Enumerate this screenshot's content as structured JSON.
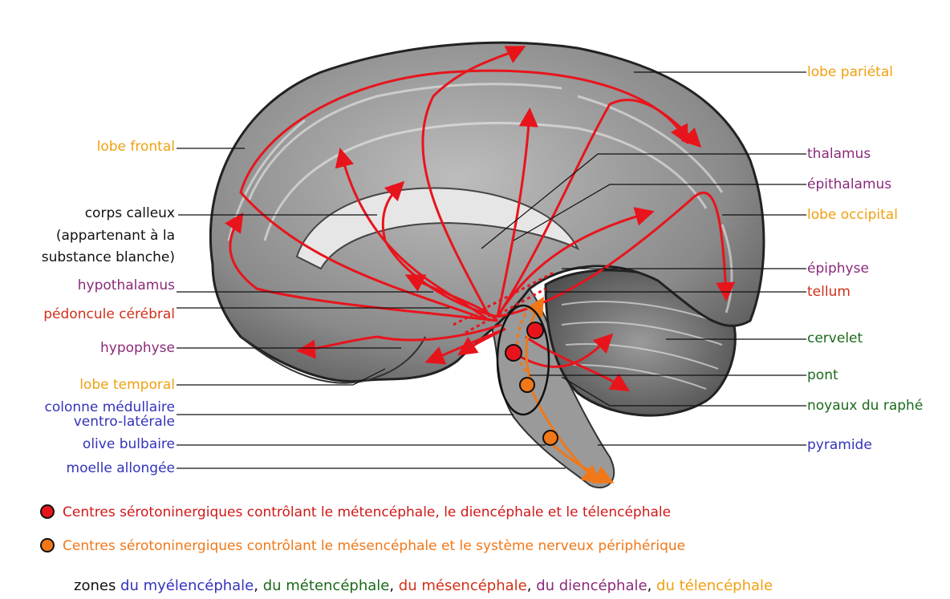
{
  "labels_left": {
    "lobe_frontal": "lobe frontal",
    "corps_calleux_1": "corps calleux",
    "corps_calleux_2": "(appartenant à la",
    "corps_calleux_3": "substance blanche)",
    "hypothalamus": "hypothalamus",
    "pedoncule": "pédoncule cérébral",
    "hypophyse": "hypophyse",
    "lobe_temporal": "lobe temporal",
    "colonne_1": "colonne médullaire",
    "colonne_2": "ventro-latérale",
    "olive": "olive bulbaire",
    "moelle": "moelle allongée"
  },
  "labels_right": {
    "lobe_parietal": "lobe pariétal",
    "thalamus": "thalamus",
    "epithalamus": "épithalamus",
    "lobe_occipital": "lobe occipital",
    "epiphyse": "épiphyse",
    "tellum": "tellum",
    "cervelet": "cervelet",
    "pont": "pont",
    "noyaux": "noyaux du raphé",
    "pyramide": "pyramide"
  },
  "legend": {
    "red_text": "Centres sérotoninergiques contrôlant le métencéphale, le diencéphale et le télencéphale",
    "orange_text": "Centres sérotoninergiques contrôlant le mésencéphale  et le système nerveux périphérique"
  },
  "zones": {
    "prefix": "zones ",
    "myel": "du myélencéphale",
    "met": "du métencéphale",
    "mes": "du mésencéphale",
    "dien": "du diencéphale",
    "tel": "du télencéphale",
    "sep": ", "
  },
  "colors": {
    "telencephale": "#f0a010",
    "diencephale": "#8a2a7a",
    "mesencephale": "#d0301a",
    "metencephale": "#1a6a1a",
    "myelencephale": "#3333bb",
    "pathway_red": "#e8141c",
    "pathway_orange": "#f07818"
  }
}
